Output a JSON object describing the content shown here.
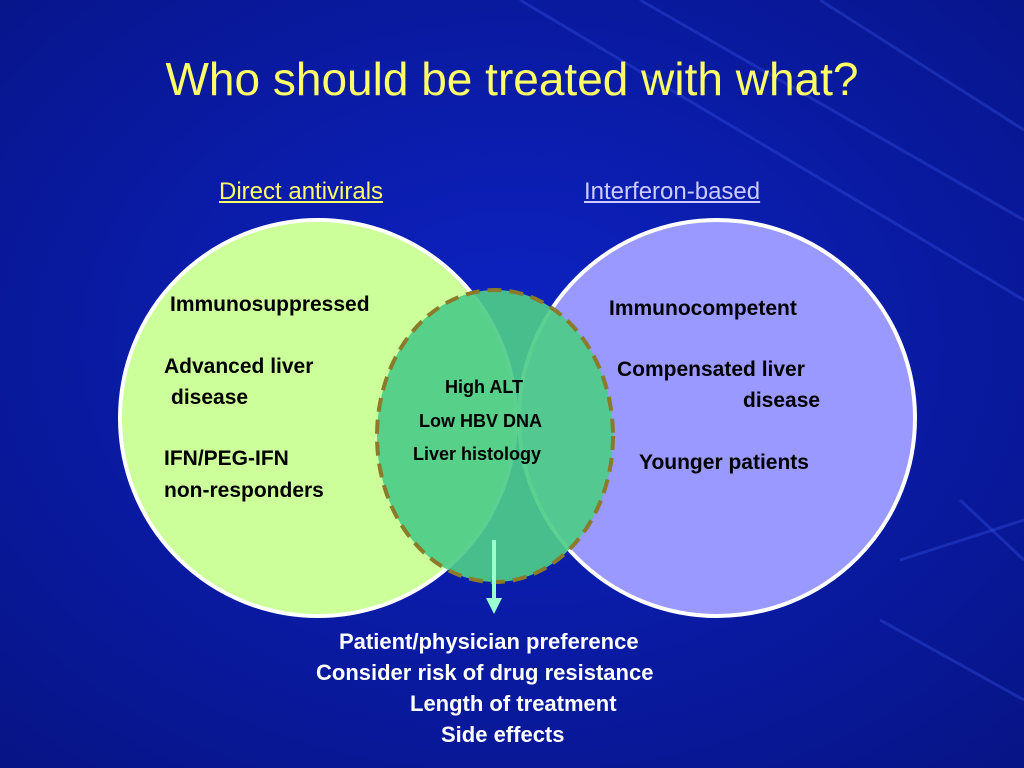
{
  "slide": {
    "title": "Who should be treated with what?",
    "left_heading": "Direct antivirals",
    "right_heading": "Interferon-based",
    "left_circle": {
      "item1": "Immunosuppressed",
      "item2_line1": "Advanced liver",
      "item2_line2": "disease",
      "item3_line1": "IFN/PEG-IFN",
      "item3_line2": "non-responders"
    },
    "right_circle": {
      "item1": "Immunocompetent",
      "item2_line1": "Compensated liver",
      "item2_line2": "disease",
      "item3": "Younger patients"
    },
    "overlap": {
      "item1": "High ALT",
      "item2": "Low HBV DNA",
      "item3": "Liver histology"
    },
    "bottom_notes": [
      "Patient/physician preference",
      "Consider risk of drug resistance",
      "Length of treatment",
      "Side effects"
    ]
  },
  "colors": {
    "background": "#0a1aa8",
    "title": "#ffff66",
    "left_circle_fill": "#ccff99",
    "right_circle_fill": "#9999ff",
    "overlap_fill": "#4dcc88",
    "overlap_border": "#8a7a2a",
    "arrow": "#99ffcc"
  }
}
